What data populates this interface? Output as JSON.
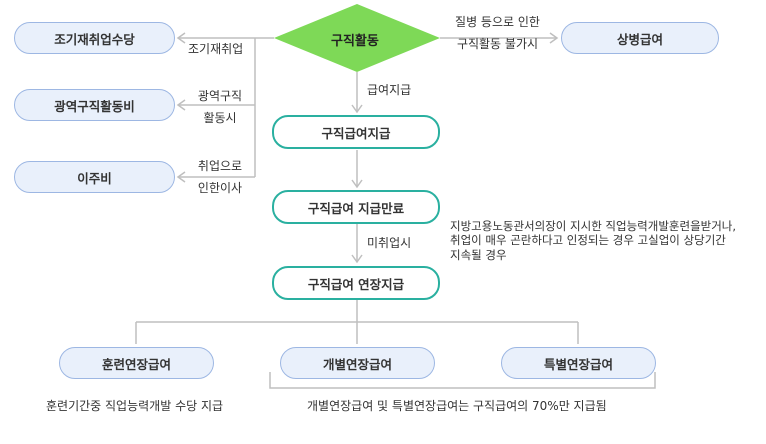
{
  "nodes": {
    "start": "구직활동",
    "early_allowance": "조기재취업수당",
    "wide_area": "광역구직활동비",
    "relocation": "이주비",
    "sickness": "상병급여",
    "payment": "구직급여지급",
    "payment_end": "구직급여 지급만료",
    "extended": "구직급여 연장지급",
    "training_ext": "훈련연장급여",
    "individual_ext": "개별연장급여",
    "special_ext": "특별연장급여"
  },
  "edges": {
    "early_reemploy": "조기재취업",
    "wide_area_line1": "광역구직",
    "wide_area_line2": "활동시",
    "relocation_line1": "취업으로",
    "relocation_line2": "인한이사",
    "sickness_line1": "질병 등으로 인한",
    "sickness_line2": "구직활동 불가시",
    "benefit_payment": "급여지급",
    "not_employed": "미취업시"
  },
  "notes": {
    "extension_condition_line1": "지방고용노동관서의장이 지시한 직업능력개발훈련을받거나,",
    "extension_condition_line2": "취업이 매우 곤란하다고 인정되는 경우 고실업이 상당기간",
    "extension_condition_line3": "지속될 경우",
    "training_note": "훈련기간중 직업능력개발 수당 지급",
    "individual_special_note": "개별연장급여 및 특별연장급여는 구직급여의 70%만 지급됨"
  },
  "colors": {
    "diamond": "#7ed957",
    "green_border": "#2ab0a0",
    "blue_fill": "#e9f0fb",
    "blue_border": "#9db7e3",
    "line": "#bfbfbf"
  }
}
